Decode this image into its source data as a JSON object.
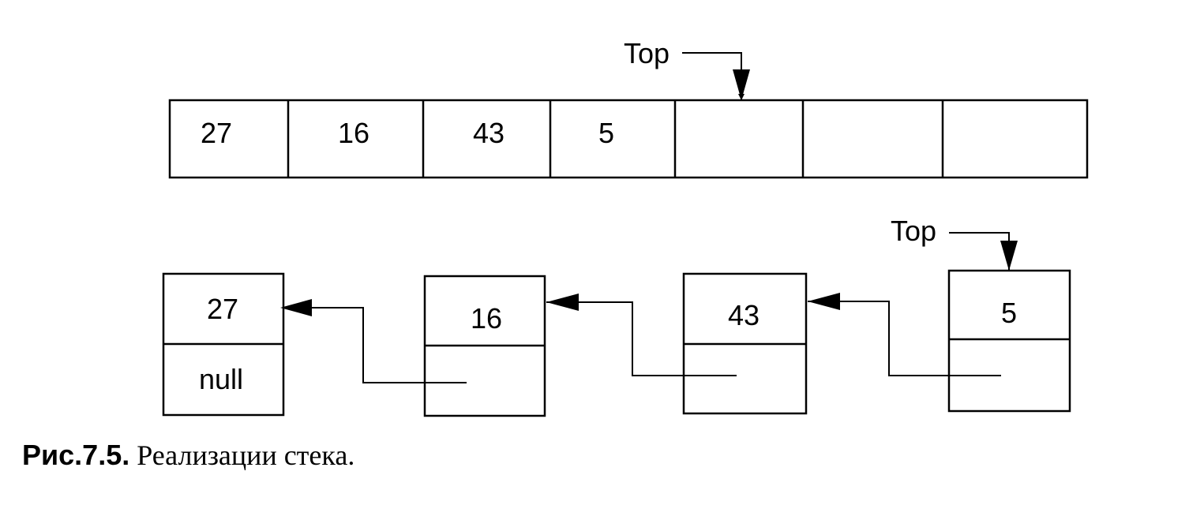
{
  "array_stack": {
    "top_label": "Top",
    "cells": [
      "27",
      "16",
      "43",
      "5",
      "",
      "",
      ""
    ]
  },
  "linked_stack": {
    "top_label": "Top",
    "nodes": [
      {
        "value": "27",
        "next": "null"
      },
      {
        "value": "16",
        "next": ""
      },
      {
        "value": "43",
        "next": ""
      },
      {
        "value": "5",
        "next": ""
      }
    ]
  },
  "caption": {
    "number": "Рис.7.5.",
    "text": " Реализации стека."
  }
}
